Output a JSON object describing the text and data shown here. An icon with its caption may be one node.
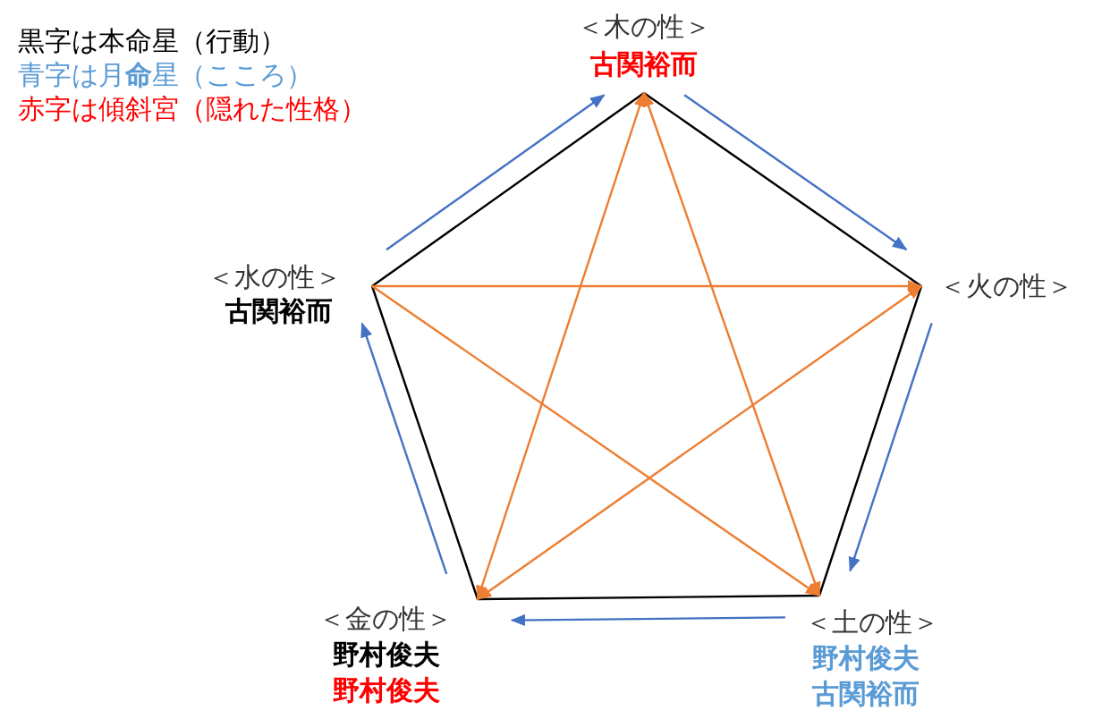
{
  "diagram": {
    "nodes": [
      {
        "text": [
          "＜木の性＞",
          "古関裕而"
        ]
      },
      {
        "text": [
          "＜火の性＞"
        ]
      },
      {
        "text": [
          "＜土の性＞",
          "野村俊夫",
          "古関裕而"
        ]
      },
      {
        "text": [
          "＜金の性＞",
          "野村俊夫",
          "野村俊夫"
        ]
      },
      {
        "text": [
          "＜水の性＞",
          "古関裕而"
        ]
      }
    ],
    "edges": [
      {
        "from": 0,
        "to": 1,
        "arrow": "none"
      },
      {
        "from": 1,
        "to": 2,
        "arrow": "none"
      },
      {
        "from": 2,
        "to": 3,
        "arrow": "none"
      },
      {
        "from": 3,
        "to": 4,
        "arrow": "none"
      },
      {
        "from": 4,
        "to": 0,
        "arrow": "none"
      },
      {
        "from": 4,
        "to": 0,
        "arrow": "to",
        "color": "#4472c4"
      },
      {
        "from": 0,
        "to": 1,
        "arrow": "to",
        "color": "#4472c4"
      },
      {
        "from": 1,
        "to": 2,
        "arrow": "to",
        "color": "#4472c4"
      },
      {
        "from": 2,
        "to": 3,
        "arrow": "to",
        "color": "#4472c4"
      },
      {
        "from": 3,
        "to": 4,
        "arrow": "to",
        "color": "#4472c4"
      },
      {
        "from": 4,
        "to": 1,
        "arrow": "to",
        "color": "#ed7d31"
      },
      {
        "from": 4,
        "to": 2,
        "arrow": "to",
        "color": "#ed7d31"
      },
      {
        "from": 0,
        "to": 3,
        "arrow": "both",
        "color": "#ed7d31"
      },
      {
        "from": 0,
        "to": 2,
        "arrow": "both",
        "color": "#ed7d31"
      },
      {
        "from": 1,
        "to": 3,
        "arrow": "both",
        "color": "#ed7d31"
      }
    ],
    "legend": [
      {
        "text": "黒字は本命星（行動）",
        "color": "#000000"
      },
      {
        "text": "青字は月**命**星（こころ）",
        "color": "#5b9bd5"
      },
      {
        "text": "赤字は傾斜宮（隠れた性格）",
        "color": "#ff0000"
      }
    ]
  }
}
